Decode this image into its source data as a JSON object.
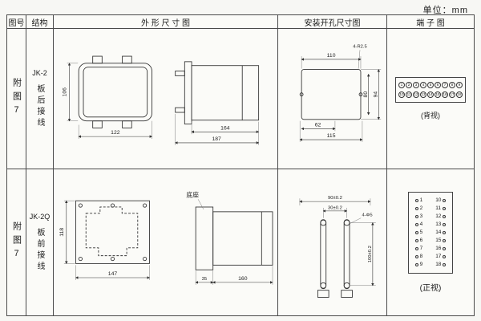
{
  "unit_label": "单位：mm",
  "headers": {
    "figure_no": "图号",
    "structure": "结构",
    "outline": "外 形 尺 寸 图",
    "install": "安装开孔尺寸图",
    "terminal": "端 子 图"
  },
  "row1": {
    "figure_no": "附图7",
    "model": "JK-2",
    "wiring": "板后接线",
    "front": {
      "height": "106",
      "width": "122"
    },
    "side": {
      "depth": "164",
      "total": "187"
    },
    "install": {
      "width": "110",
      "corner_note": "4-R2.5",
      "inner_height": "80",
      "height": "94",
      "half_width": "62",
      "full_width": "115"
    },
    "terminal": {
      "top": [
        "1",
        "2",
        "3",
        "4",
        "5",
        "6",
        "7",
        "8",
        "9"
      ],
      "bottom": [
        "10",
        "11",
        "12",
        "13",
        "14",
        "15",
        "16",
        "17",
        "18"
      ],
      "caption": "(背视)"
    }
  },
  "row2": {
    "figure_no": "附图7",
    "model": "JK-2Q",
    "wiring": "板前接线",
    "front": {
      "height": "118",
      "width": "147"
    },
    "side": {
      "base_label": "底座",
      "base_depth": "35",
      "length": "160"
    },
    "install": {
      "span_outer": "90±0.2",
      "span_inner": "30±0.2",
      "hole_note": "4-Φ5",
      "height": "100±0.2"
    },
    "terminal": {
      "left": [
        "1",
        "2",
        "3",
        "4",
        "5",
        "6",
        "7",
        "8",
        "9"
      ],
      "right": [
        "10",
        "11",
        "12",
        "13",
        "14",
        "15",
        "16",
        "17",
        "18"
      ],
      "caption": "(正视)"
    }
  }
}
